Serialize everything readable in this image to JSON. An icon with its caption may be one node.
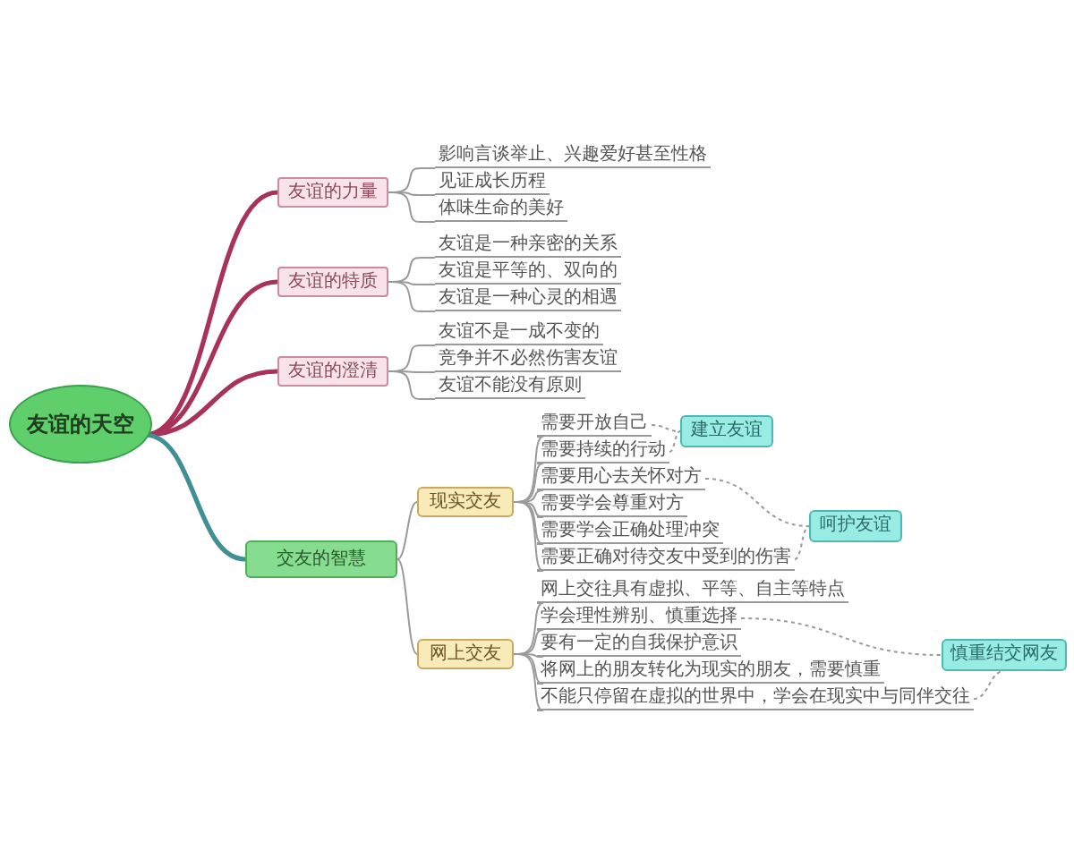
{
  "diagram": {
    "nodes": [
      {
        "text": [
          "友谊的天空"
        ]
      },
      {
        "text": [
          "友谊的力量"
        ]
      },
      {
        "text": [
          "影响言谈举止、兴趣爱好甚至性格"
        ]
      },
      {
        "text": [
          "见证成长历程"
        ]
      },
      {
        "text": [
          "体味生命的美好"
        ]
      },
      {
        "text": [
          "友谊的特质"
        ]
      },
      {
        "text": [
          "友谊是一种亲密的关系"
        ]
      },
      {
        "text": [
          "友谊是平等的、双向的"
        ]
      },
      {
        "text": [
          "友谊是一种心灵的相遇"
        ]
      },
      {
        "text": [
          "友谊的澄清"
        ]
      },
      {
        "text": [
          "友谊不是一成不变的"
        ]
      },
      {
        "text": [
          "竞争并不必然伤害友谊"
        ]
      },
      {
        "text": [
          "友谊不能没有原则"
        ]
      },
      {
        "text": [
          "交友的智慧"
        ]
      },
      {
        "text": [
          "现实交友"
        ]
      },
      {
        "text": [
          "需要开放自己"
        ]
      },
      {
        "text": [
          "需要持续的行动"
        ]
      },
      {
        "text": [
          "需要用心去关怀对方"
        ]
      },
      {
        "text": [
          "需要学会尊重对方"
        ]
      },
      {
        "text": [
          "需要学会正确处理冲突"
        ]
      },
      {
        "text": [
          "需要正确对待交友中受到的伤害"
        ]
      },
      {
        "text": [
          "建立友谊"
        ]
      },
      {
        "text": [
          "呵护友谊"
        ]
      },
      {
        "text": [
          "网上交友"
        ]
      },
      {
        "text": [
          "网上交往具有虚拟、平等、自主等特点"
        ]
      },
      {
        "text": [
          "学会理性辨别、慎重选择"
        ]
      },
      {
        "text": [
          "要有一定的自我保护意识"
        ]
      },
      {
        "text": [
          "将网上的朋友转化为现实的朋友，需要慎重"
        ]
      },
      {
        "text": [
          "不能只停留在虚拟的世界中，学会在现实中与同伴交往"
        ]
      },
      {
        "text": [
          "慎重结交网友"
        ]
      }
    ],
    "edges": [
      {
        "from": 0,
        "to": 1,
        "arrow": "none",
        "style": "thick",
        "color": "#a8325a"
      },
      {
        "from": 0,
        "to": 5,
        "arrow": "none",
        "style": "thick",
        "color": "#a8325a"
      },
      {
        "from": 0,
        "to": 9,
        "arrow": "none",
        "style": "thick",
        "color": "#a8325a"
      },
      {
        "from": 0,
        "to": 13,
        "arrow": "none",
        "style": "thick",
        "color": "#3f8f95"
      },
      {
        "from": 1,
        "to": 2,
        "arrow": "none"
      },
      {
        "from": 1,
        "to": 3,
        "arrow": "none"
      },
      {
        "from": 1,
        "to": 4,
        "arrow": "none"
      },
      {
        "from": 5,
        "to": 6,
        "arrow": "none"
      },
      {
        "from": 5,
        "to": 7,
        "arrow": "none"
      },
      {
        "from": 5,
        "to": 8,
        "arrow": "none"
      },
      {
        "from": 9,
        "to": 10,
        "arrow": "none"
      },
      {
        "from": 9,
        "to": 11,
        "arrow": "none"
      },
      {
        "from": 9,
        "to": 12,
        "arrow": "none"
      },
      {
        "from": 13,
        "to": 14,
        "arrow": "none"
      },
      {
        "from": 13,
        "to": 23,
        "arrow": "none"
      },
      {
        "from": 14,
        "to": 15,
        "arrow": "none"
      },
      {
        "from": 14,
        "to": 16,
        "arrow": "none"
      },
      {
        "from": 14,
        "to": 17,
        "arrow": "none"
      },
      {
        "from": 14,
        "to": 18,
        "arrow": "none"
      },
      {
        "from": 14,
        "to": 19,
        "arrow": "none"
      },
      {
        "from": 14,
        "to": 20,
        "arrow": "none"
      },
      {
        "from": 23,
        "to": 24,
        "arrow": "none"
      },
      {
        "from": 23,
        "to": 25,
        "arrow": "none"
      },
      {
        "from": 23,
        "to": 26,
        "arrow": "none"
      },
      {
        "from": 23,
        "to": 27,
        "arrow": "none"
      },
      {
        "from": 23,
        "to": 28,
        "arrow": "none"
      },
      {
        "from": 15,
        "to": 21,
        "arrow": "none",
        "style": "dashed"
      },
      {
        "from": 16,
        "to": 21,
        "arrow": "none",
        "style": "dashed"
      },
      {
        "from": 17,
        "to": 22,
        "arrow": "none",
        "style": "dashed"
      },
      {
        "from": 20,
        "to": 22,
        "arrow": "none",
        "style": "dashed"
      },
      {
        "from": 25,
        "to": 29,
        "arrow": "none",
        "style": "dashed"
      },
      {
        "from": 28,
        "to": 29,
        "arrow": "none",
        "style": "dashed"
      }
    ]
  }
}
